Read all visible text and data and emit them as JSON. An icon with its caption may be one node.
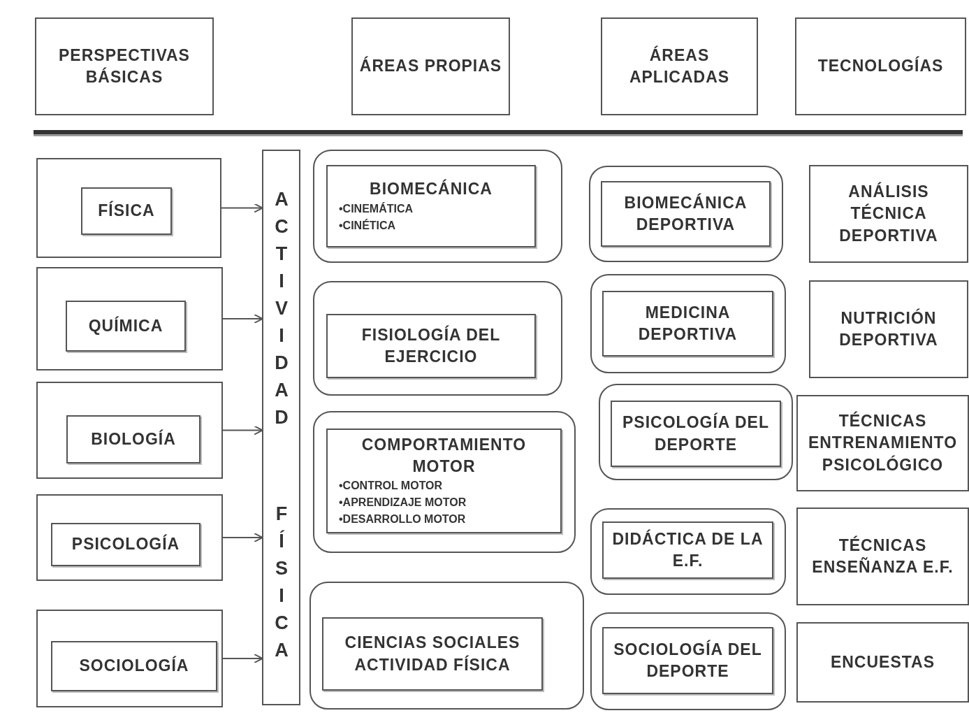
{
  "diagram": {
    "nodes": [
      {
        "text": [
          "PERSPECTIVAS BÁSICAS"
        ]
      },
      {
        "text": [
          "ÁREAS PROPIAS"
        ]
      },
      {
        "text": [
          "ÁREAS APLICADAS"
        ]
      },
      {
        "text": [
          "TECNOLOGÍAS"
        ]
      },
      {
        "text": [],
        "shape": "box"
      },
      {
        "text": [
          "FÍSICA"
        ],
        "in": 4
      },
      {
        "text": [],
        "shape": "box"
      },
      {
        "text": [
          "QUÍMICA"
        ],
        "in": 6
      },
      {
        "text": [],
        "shape": "box"
      },
      {
        "text": [
          "BIOLOGÍA"
        ],
        "in": 8
      },
      {
        "text": [],
        "shape": "box"
      },
      {
        "text": [
          "PSICOLOGÍA"
        ],
        "in": 10
      },
      {
        "text": [],
        "shape": "box"
      },
      {
        "text": [
          "SOCIOLOGÍA"
        ],
        "in": 12
      },
      {
        "text": [
          "ACTIVIDAD FÍSICA"
        ]
      },
      {
        "text": [],
        "shape": "box"
      },
      {
        "text": [
          "BIOMECÁNICA",
          "•CINEMÁTICA",
          "•CINÉTICA"
        ],
        "in": 15
      },
      {
        "text": [],
        "shape": "box"
      },
      {
        "text": [
          "FISIOLOGÍA DEL EJERCICIO"
        ],
        "in": 17
      },
      {
        "text": [],
        "shape": "box"
      },
      {
        "text": [
          "COMPORTAMIENTO MOTOR",
          "•CONTROL MOTOR",
          "•APRENDIZAJE MOTOR",
          "•DESARROLLO MOTOR"
        ],
        "in": 19
      },
      {
        "text": [],
        "shape": "box"
      },
      {
        "text": [
          "CIENCIAS SOCIALES ACTIVIDAD FÍSICA"
        ],
        "in": 21
      },
      {
        "text": [],
        "shape": "box"
      },
      {
        "text": [
          "BIOMECÁNICA DEPORTIVA"
        ],
        "in": 23
      },
      {
        "text": [],
        "shape": "box"
      },
      {
        "text": [
          "MEDICINA DEPORTIVA"
        ],
        "in": 25
      },
      {
        "text": [],
        "shape": "box"
      },
      {
        "text": [
          "PSICOLOGÍA DEL DEPORTE"
        ],
        "in": 27
      },
      {
        "text": [],
        "shape": "box"
      },
      {
        "text": [
          "DIDÁCTICA DE LA E.F."
        ],
        "in": 29
      },
      {
        "text": [],
        "shape": "box"
      },
      {
        "text": [
          "SOCIOLOGÍA DEL DEPORTE"
        ],
        "in": 31
      },
      {
        "text": [
          "ANÁLISIS TÉCNICA DEPORTIVA"
        ]
      },
      {
        "text": [
          "NUTRICIÓN DEPORTIVA"
        ]
      },
      {
        "text": [
          "TÉCNICAS ENTRENAMIENTO PSICOLÓGICO"
        ]
      },
      {
        "text": [
          "TÉCNICAS ENSEÑANZA E.F."
        ]
      },
      {
        "text": [
          "ENCUESTAS"
        ]
      }
    ],
    "edges": [
      {
        "from": 4,
        "to": 14,
        "arrow": "to"
      },
      {
        "from": 6,
        "to": 14,
        "arrow": "to"
      },
      {
        "from": 8,
        "to": 14,
        "arrow": "to"
      },
      {
        "from": 10,
        "to": 14,
        "arrow": "to"
      },
      {
        "from": 12,
        "to": 14,
        "arrow": "to"
      }
    ]
  }
}
